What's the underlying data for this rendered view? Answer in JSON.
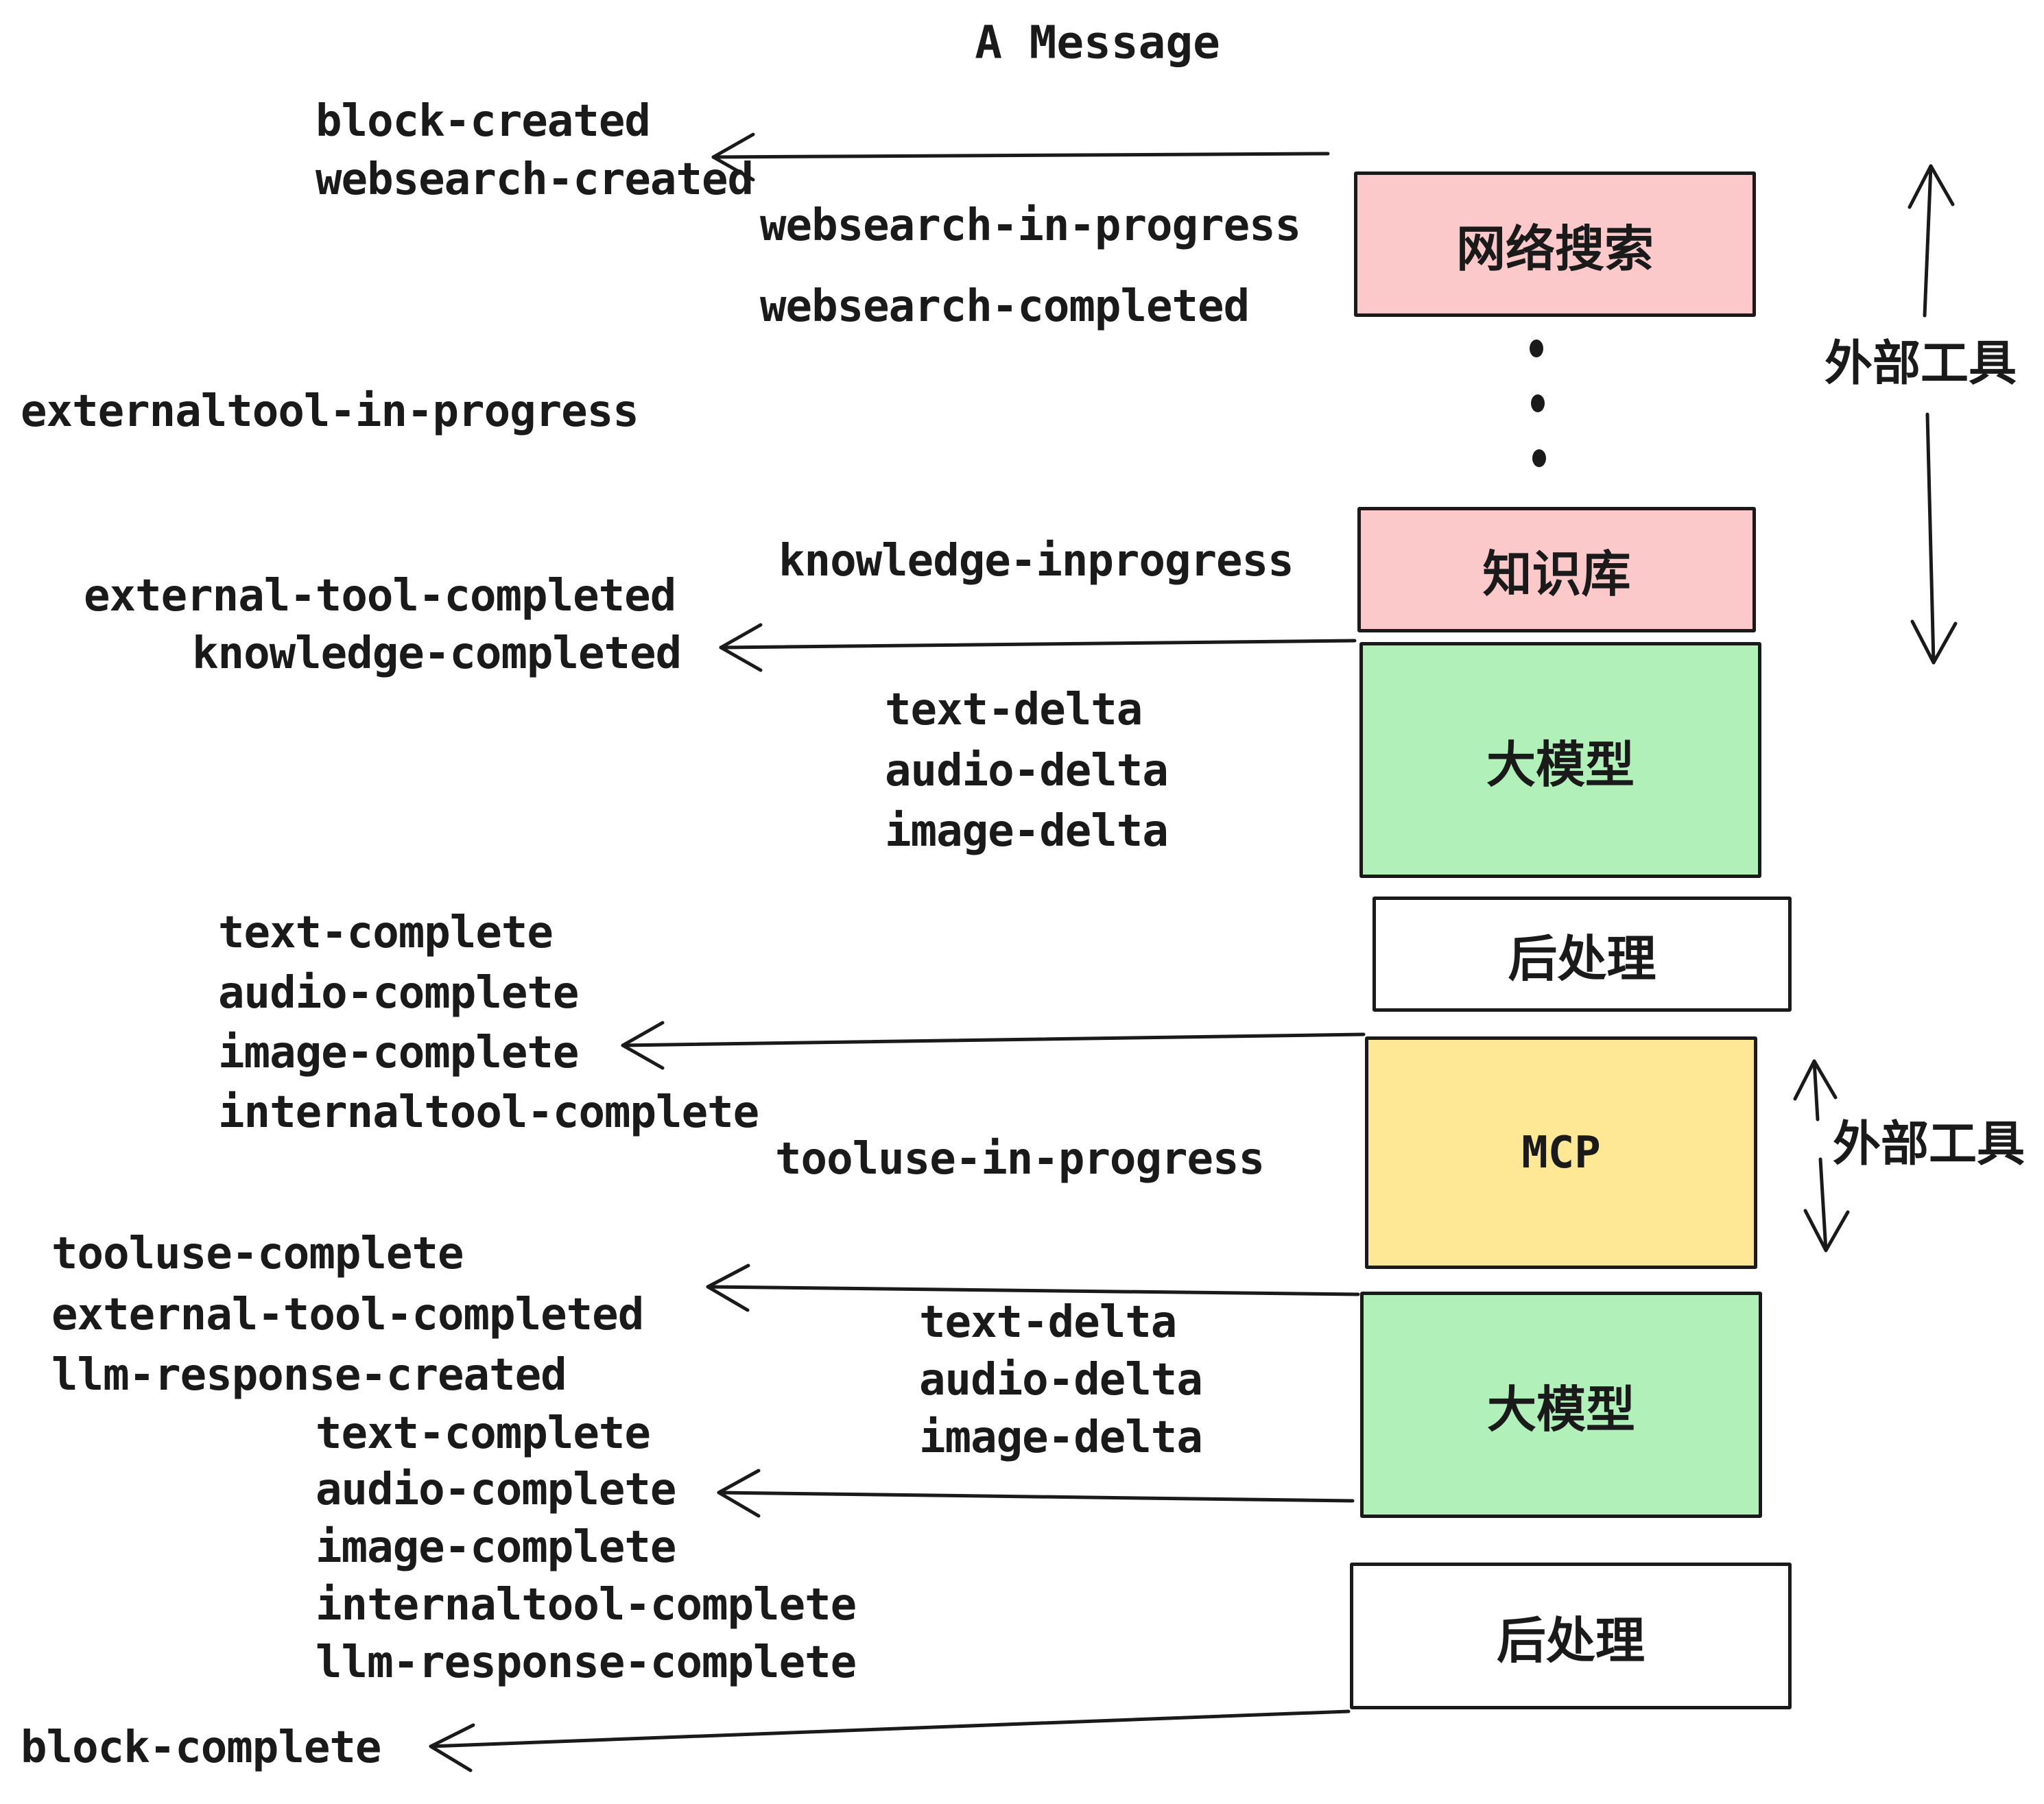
{
  "title": "A Message",
  "colors": {
    "pink": "#fcc9ca",
    "green": "#b2f0ba",
    "yellow": "#ffe895",
    "white": "#ffffff",
    "stroke": "#1a1a1a"
  },
  "boxes": [
    {
      "id": "websearch",
      "label": "网络搜索",
      "color": "pink"
    },
    {
      "id": "knowledge",
      "label": "知识库",
      "color": "pink"
    },
    {
      "id": "llm-1",
      "label": "大模型",
      "color": "green"
    },
    {
      "id": "postprocess-1",
      "label": "后处理",
      "color": "white"
    },
    {
      "id": "mcp",
      "label": "MCP",
      "color": "yellow"
    },
    {
      "id": "llm-2",
      "label": "大模型",
      "color": "green"
    },
    {
      "id": "postprocess-2",
      "label": "后处理",
      "color": "white"
    }
  ],
  "left_events": [
    "block-created",
    "websearch-created",
    "externaltool-in-progress",
    "external-tool-completed",
    "knowledge-completed",
    "text-complete",
    "audio-complete",
    "image-complete",
    "internaltool-complete",
    "tooluse-complete",
    "external-tool-completed",
    "llm-response-created",
    "text-complete",
    "audio-complete",
    "image-complete",
    "internaltool-complete",
    "llm-response-complete",
    "block-complete"
  ],
  "middle_events": [
    "websearch-in-progress",
    "websearch-completed",
    "knowledge-inprogress",
    "text-delta",
    "audio-delta",
    "image-delta",
    "tooluse-in-progress",
    "text-delta",
    "audio-delta",
    "image-delta"
  ],
  "side_labels": {
    "external_tools_top": "外部工具",
    "external_tools_bottom": "外部工具"
  }
}
